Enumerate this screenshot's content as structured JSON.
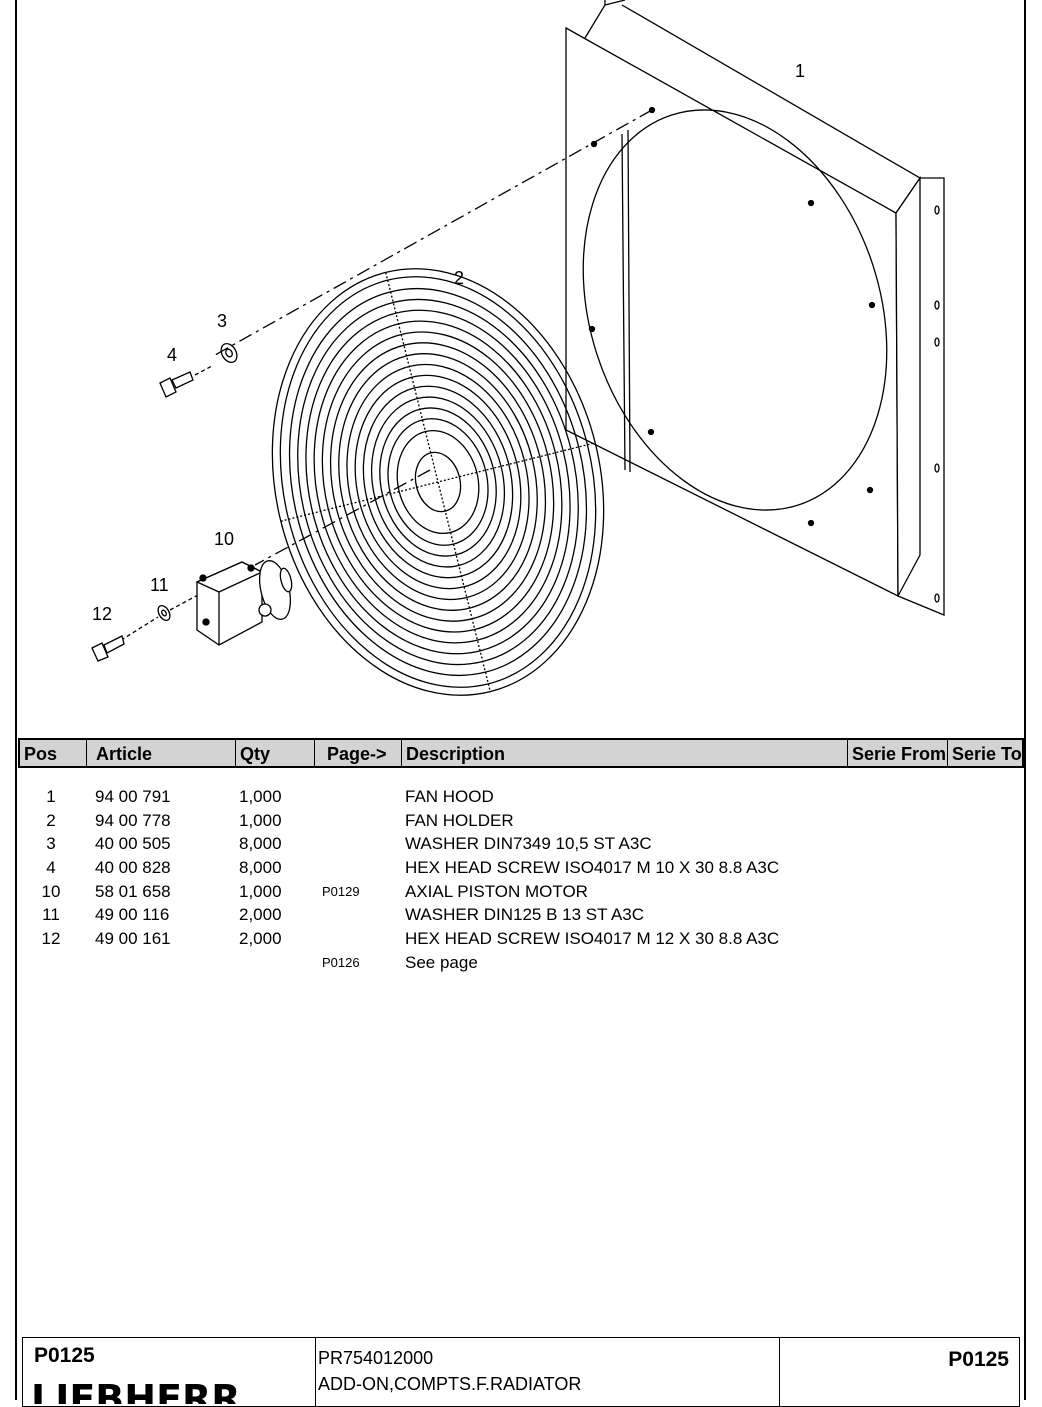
{
  "callouts": [
    "1",
    "2",
    "3",
    "4",
    "10",
    "11",
    "12"
  ],
  "table": {
    "headers": {
      "pos": "Pos",
      "article": "Article",
      "qty": "Qty",
      "page": "Page->",
      "description": "Description",
      "serie_from": "Serie From",
      "serie_to": "Serie To"
    },
    "rows": [
      {
        "pos": "1",
        "article": "94 00 791",
        "qty": "1,000",
        "page": "",
        "description": "FAN HOOD"
      },
      {
        "pos": "2",
        "article": "94 00 778",
        "qty": "1,000",
        "page": "",
        "description": "FAN HOLDER"
      },
      {
        "pos": "3",
        "article": "40 00 505",
        "qty": "8,000",
        "page": "",
        "description": "WASHER DIN7349 10,5 ST A3C"
      },
      {
        "pos": "4",
        "article": "40 00 828",
        "qty": "8,000",
        "page": "",
        "description": "HEX HEAD SCREW ISO4017 M 10 X 30 8.8 A3C"
      },
      {
        "pos": "10",
        "article": "58 01 658",
        "qty": "1,000",
        "page": "P0129",
        "description": "AXIAL PISTON MOTOR"
      },
      {
        "pos": "11",
        "article": "49 00 116",
        "qty": "2,000",
        "page": "",
        "description": "WASHER DIN125 B 13 ST A3C"
      },
      {
        "pos": "12",
        "article": "49 00 161",
        "qty": "2,000",
        "page": "",
        "description": "HEX HEAD SCREW ISO4017 M 12 X 30 8.8 A3C"
      },
      {
        "pos": "",
        "article": "",
        "qty": "",
        "page": "P0126",
        "description": "See page"
      }
    ]
  },
  "footer": {
    "page_code_left": "P0125",
    "reference": "PR754012000",
    "title": "ADD-ON,COMPTS.F.RADIATOR",
    "page_code_right": "P0125",
    "brand": "LIEBHERR"
  }
}
